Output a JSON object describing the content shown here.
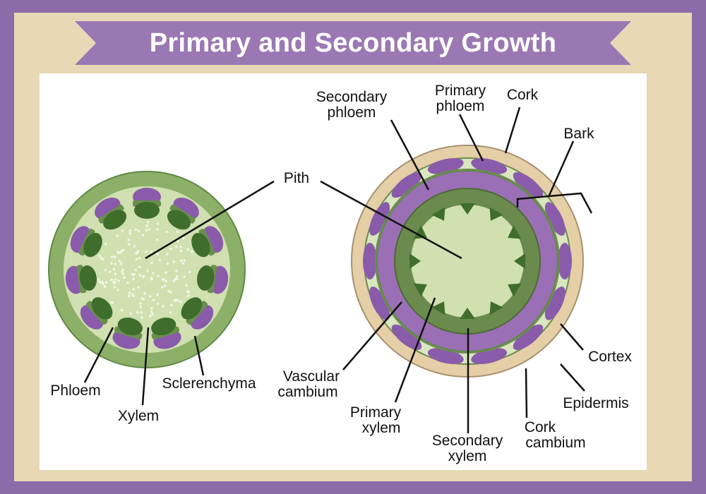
{
  "title": "Primary and Secondary Growth",
  "colors": {
    "background": "#8f6aa8",
    "frame": "#e8d8b6",
    "banner": "#9b78b3",
    "panel": "#ffffff",
    "pith": "#d0e0b0",
    "stem_green": "#8db068",
    "xylem": "#3f6e2c",
    "phloem": "#8a5bab",
    "secondary_phloem_ring": "#9b6fb5",
    "secondary_xylem_ring": "#6b8a4e",
    "epidermis_ring": "#e4cfa6"
  },
  "labels": {
    "pith": "Pith",
    "phloem": "Phloem",
    "xylem": "Xylem",
    "sclerenchyma": "Sclerenchyma",
    "secondary_phloem": [
      "Secondary",
      "phloem"
    ],
    "primary_phloem": [
      "Primary",
      "phloem"
    ],
    "cork": "Cork",
    "bark": "Bark",
    "cortex": "Cortex",
    "epidermis": "Epidermis",
    "cork_cambium": [
      "Cork",
      "cambium"
    ],
    "secondary_xylem": [
      "Secondary",
      "xylem"
    ],
    "primary_xylem": [
      "Primary",
      "xylem"
    ],
    "vascular_cambium": [
      "Vascular",
      "cambium"
    ]
  }
}
